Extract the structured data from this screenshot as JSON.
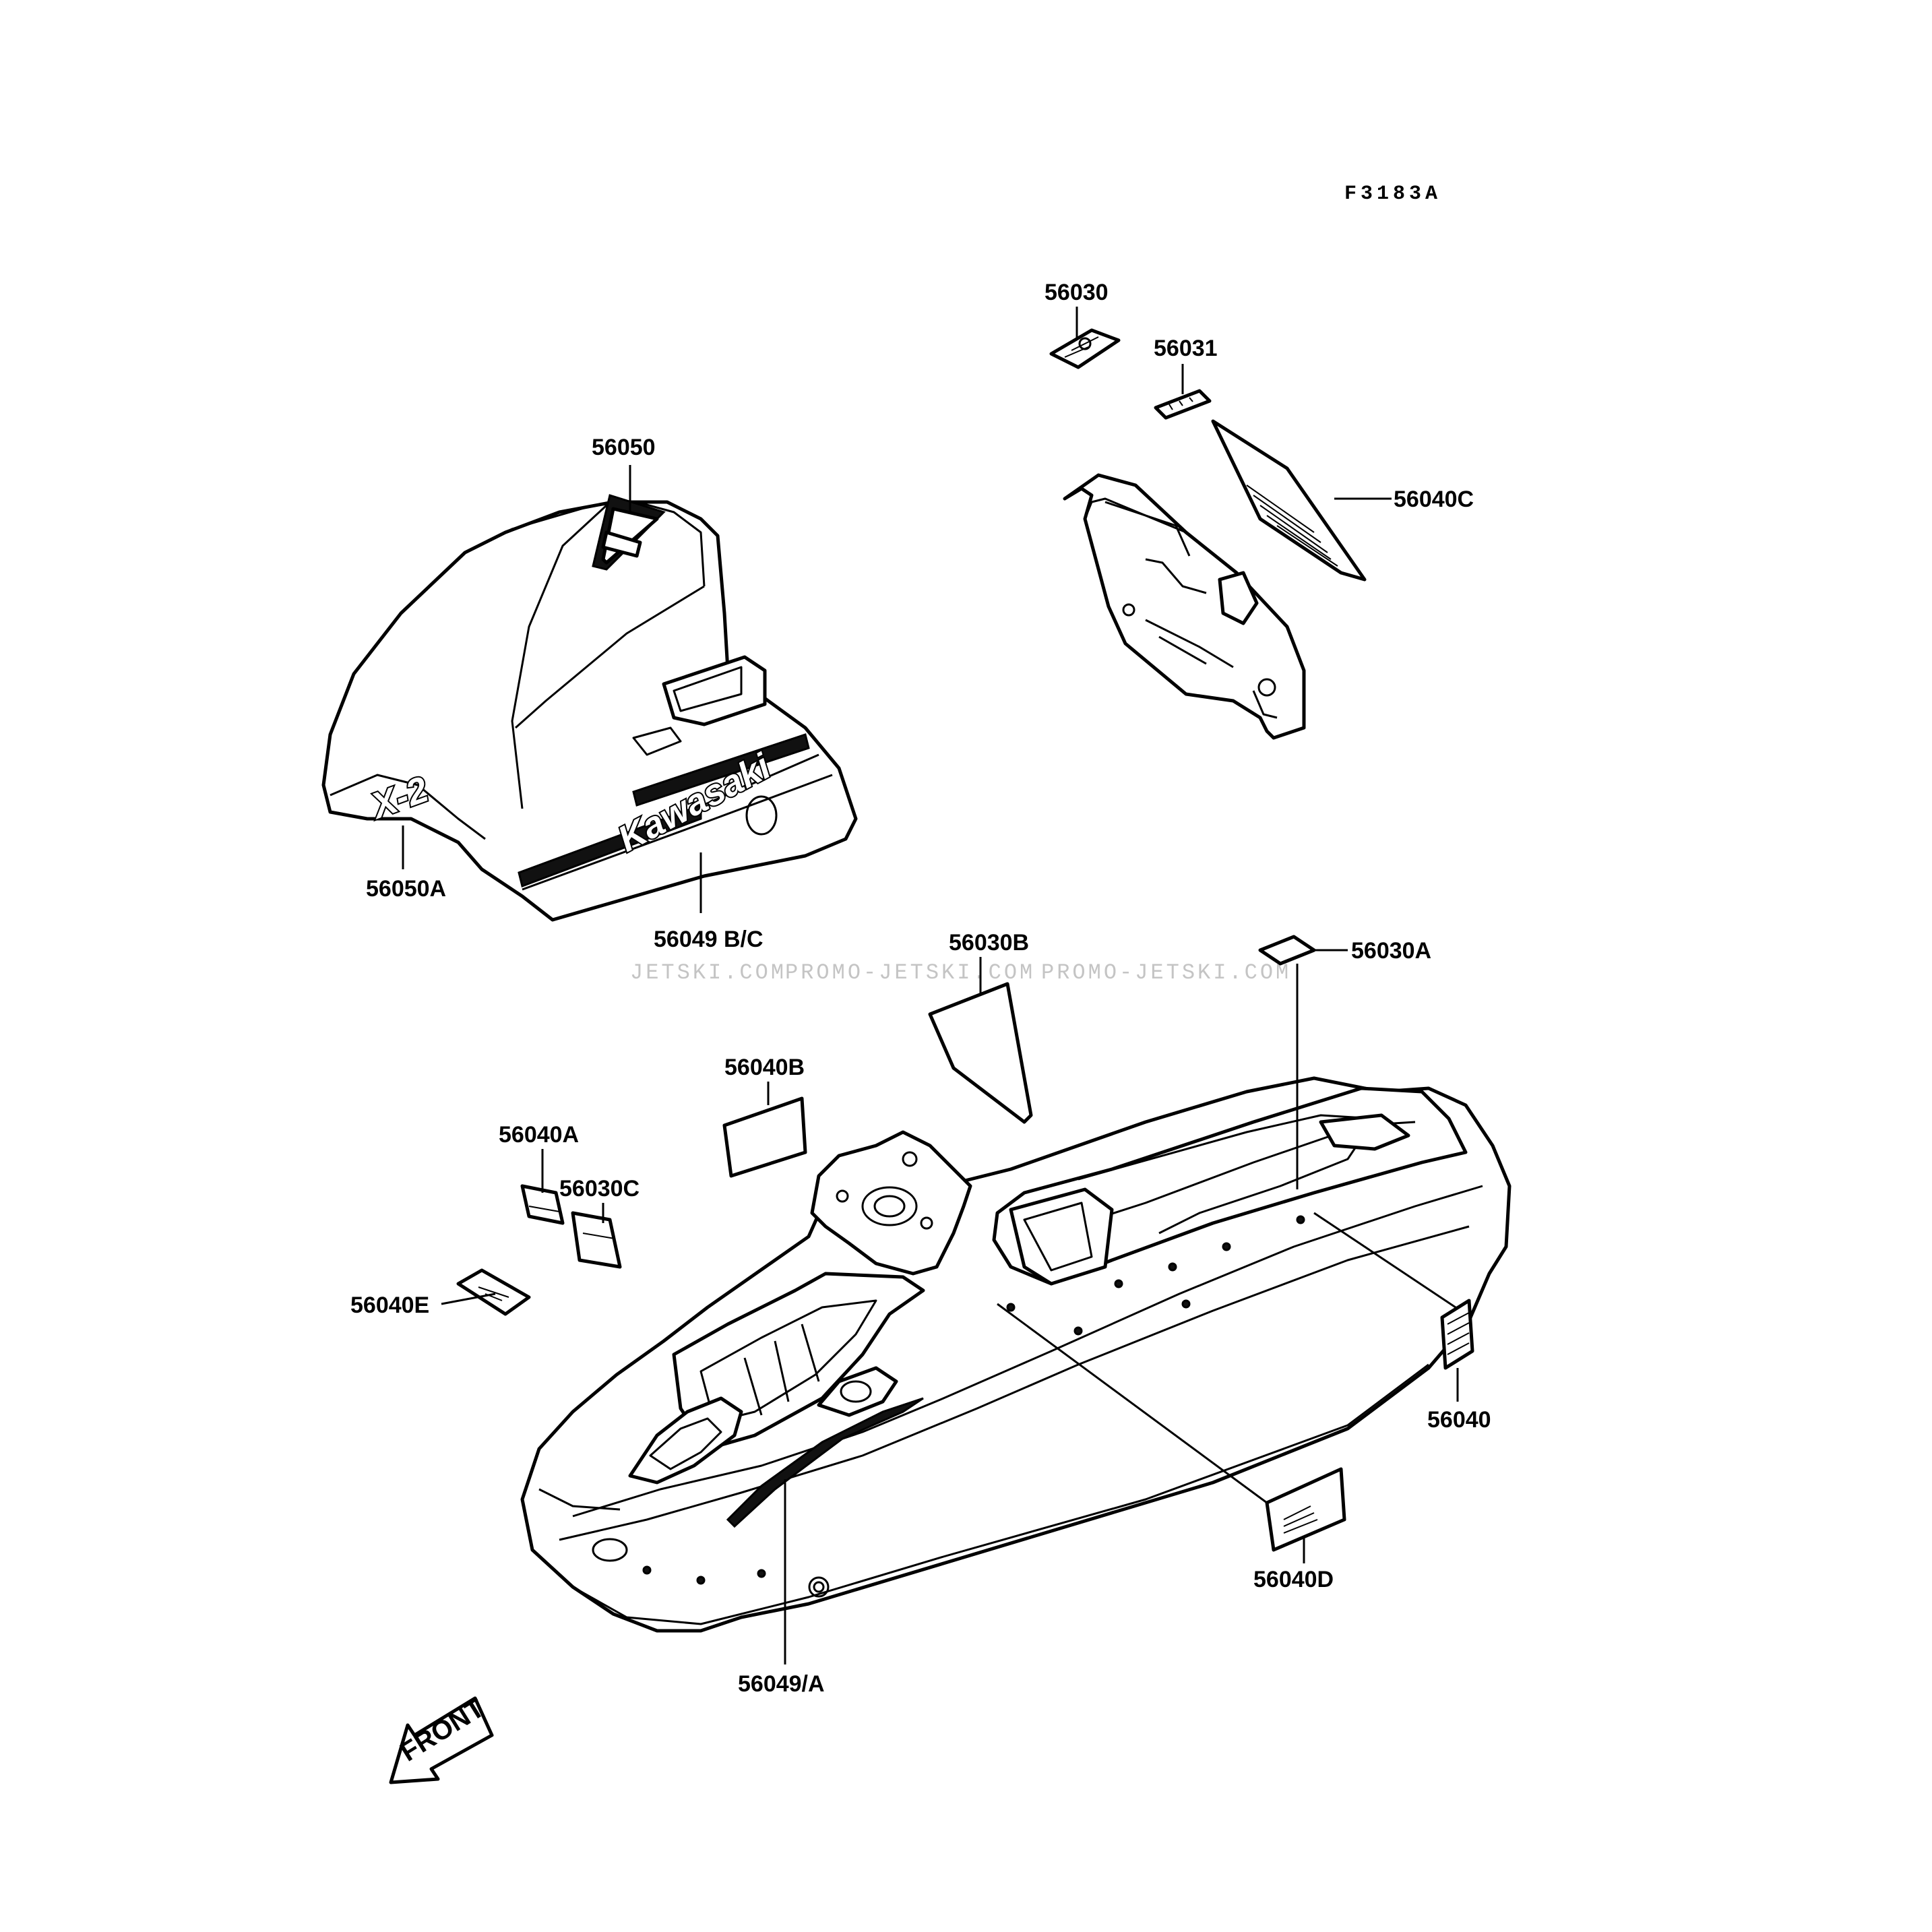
{
  "figure_code": "F3183A",
  "watermarks": [
    "JETSKI.COM",
    "PROMO-JETSKI.COM",
    "PROMO-JETSKI.COM"
  ],
  "decal_text": {
    "brand": "Kawasaki",
    "model": "X-2"
  },
  "front_marker": "FRONT",
  "parts": {
    "p56030": "56030",
    "p56031": "56031",
    "p56040C": "56040C",
    "p56050": "56050",
    "p56050A": "56050A",
    "p56049BC": "56049 B/C",
    "p56030B": "56030B",
    "p56030A": "56030A",
    "p56040B": "56040B",
    "p56040A": "56040A",
    "p56030C": "56030C",
    "p56040E": "56040E",
    "p56040": "56040",
    "p56040D": "56040D",
    "p56049A": "56049/A"
  }
}
